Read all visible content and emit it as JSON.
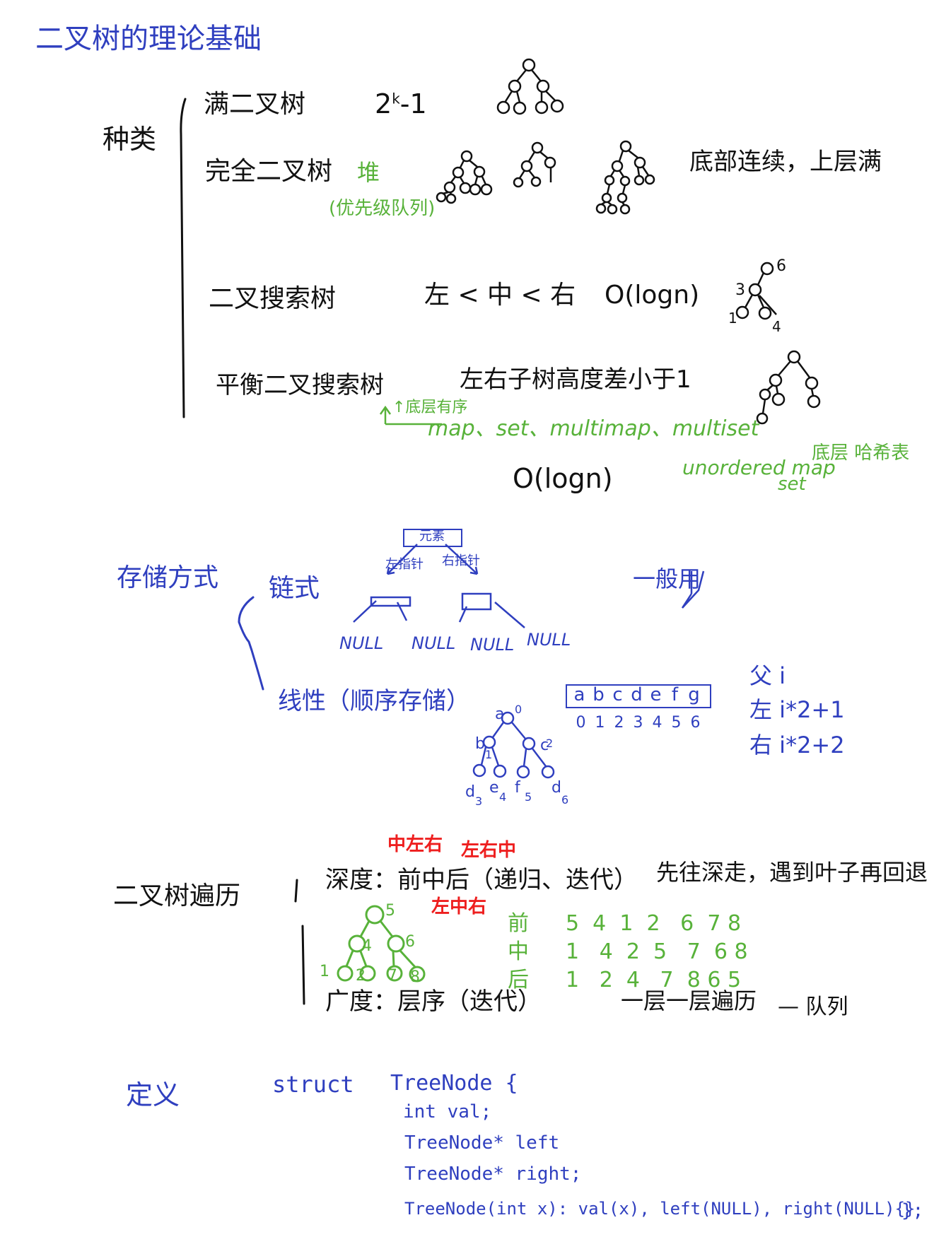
{
  "title": "二叉树的理论基础",
  "types": {
    "label": "种类",
    "full": {
      "name": "满二叉树",
      "formula_base": "2",
      "formula_exp": "k",
      "formula_tail": "-1"
    },
    "complete": {
      "name": "完全二叉树",
      "heap": "堆",
      "priority_queue": "(优先级队列)",
      "note": "底部连续，上层满"
    },
    "bst": {
      "name": "二叉搜索树",
      "rule": "左 < 中 < 右",
      "complexity": "O(logn)",
      "n6": "6",
      "n3": "3",
      "n1": "1",
      "n4": "4"
    },
    "balanced": {
      "name": "平衡二叉搜索树",
      "rule": "左右子树高度差小于1",
      "ordered_note": "↑底层有序",
      "containers": "map、set、multimap、multiset",
      "complexity": "O(logn)",
      "unordered": "unordered map",
      "unordered_set": "set",
      "hash_note": "底层 哈希表"
    }
  },
  "storage": {
    "label": "存储方式",
    "linked": {
      "name": "链式",
      "root": "元素",
      "left_ptr": "左指针",
      "right_ptr": "右指针",
      "null": "NULL",
      "usage": "一般用"
    },
    "linear": {
      "name": "线性（顺序存储）",
      "cells": [
        "a",
        "b",
        "c",
        "d",
        "e",
        "f",
        "g"
      ],
      "indices": [
        "0",
        "1",
        "2",
        "3",
        "4",
        "5",
        "6"
      ],
      "parent": "父 i",
      "left": "左  i*2+1",
      "right": "右  i*2+2",
      "tree_nodes": [
        {
          "label": "a",
          "idx": "0"
        },
        {
          "label": "b",
          "idx": "1"
        },
        {
          "label": "c",
          "idx": "2"
        },
        {
          "label": "d",
          "idx": "3"
        },
        {
          "label": "e",
          "idx": "4"
        },
        {
          "label": "f",
          "idx": "5"
        },
        {
          "label": "d",
          "idx": "6"
        }
      ]
    }
  },
  "traversal": {
    "label": "二叉树遍历",
    "depth": "深度：前中后（递归、迭代）",
    "depth_note": "先往深走，遇到叶子再回退",
    "pre_tag": "中左右",
    "post_tag": "左右中",
    "in_tag": "左中右",
    "breadth": "广度：层序（迭代）",
    "breadth_note": "一层一层遍历",
    "queue_note": "— 队列",
    "tree": [
      "5",
      "4",
      "6",
      "1",
      "2",
      "7",
      "8"
    ],
    "orders": [
      {
        "name": "前",
        "seq": "5  4  1  2   6  7 8"
      },
      {
        "name": "中",
        "seq": "1   4  2  5   7  6 8"
      },
      {
        "name": "后",
        "seq": "1   2  4   7  8 6 5"
      }
    ]
  },
  "definition": {
    "label": "定义",
    "kw": "struct",
    "lines": [
      "TreeNode {",
      "int  val;",
      "TreeNode*  left",
      "TreeNode*  right;",
      "TreeNode(int x):  val(x), left(NULL), right(NULL){}"
    ],
    "close": "};"
  }
}
